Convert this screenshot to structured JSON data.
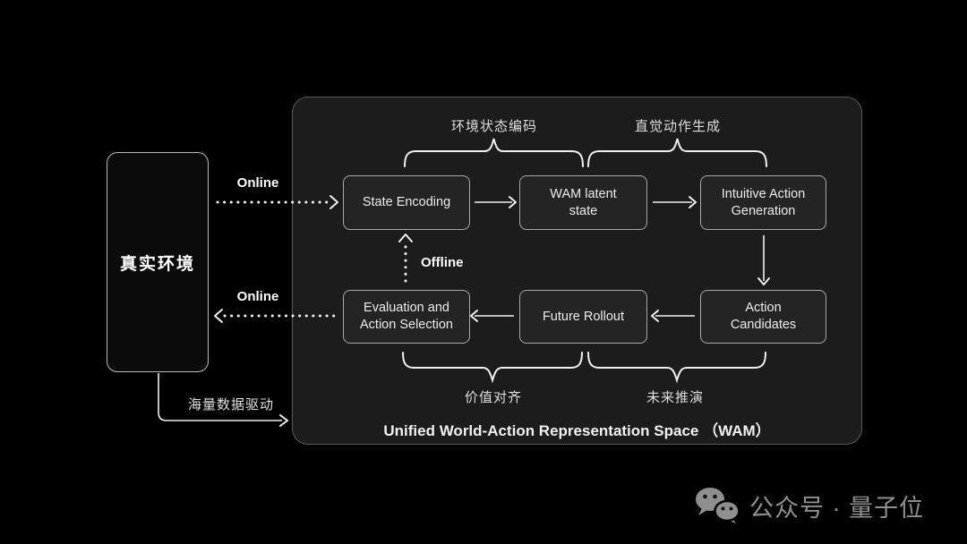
{
  "colors": {
    "background": "#000000",
    "panel_fill": "#1c1c1c",
    "node_fill": "#242424",
    "line": "#f0f0f0",
    "watermark_gray": "#8f8f8f"
  },
  "real_env": {
    "label": "真实环境"
  },
  "edges": {
    "online_top_label": "Online",
    "online_bottom_label": "Online",
    "offline_label": "Offline",
    "data_flow_label": "海量数据驱动"
  },
  "wam": {
    "title": "Unified World-Action Representation Space （WAM）",
    "group_labels": {
      "top_left": "环境状态编码",
      "top_right": "直觉动作生成",
      "bottom_left": "价值对齐",
      "bottom_right": "未来推演"
    },
    "nodes": {
      "state_encoding": "State Encoding",
      "wam_latent_state": "WAM latent state",
      "intuitive_action_generation": "Intuitive Action Generation",
      "evaluation_action_selection": "Evaluation and Action Selection",
      "future_rollout": "Future Rollout",
      "action_candidates": "Action Candidates"
    }
  },
  "footer": {
    "wechat_label": "公众号 · 量子位"
  }
}
